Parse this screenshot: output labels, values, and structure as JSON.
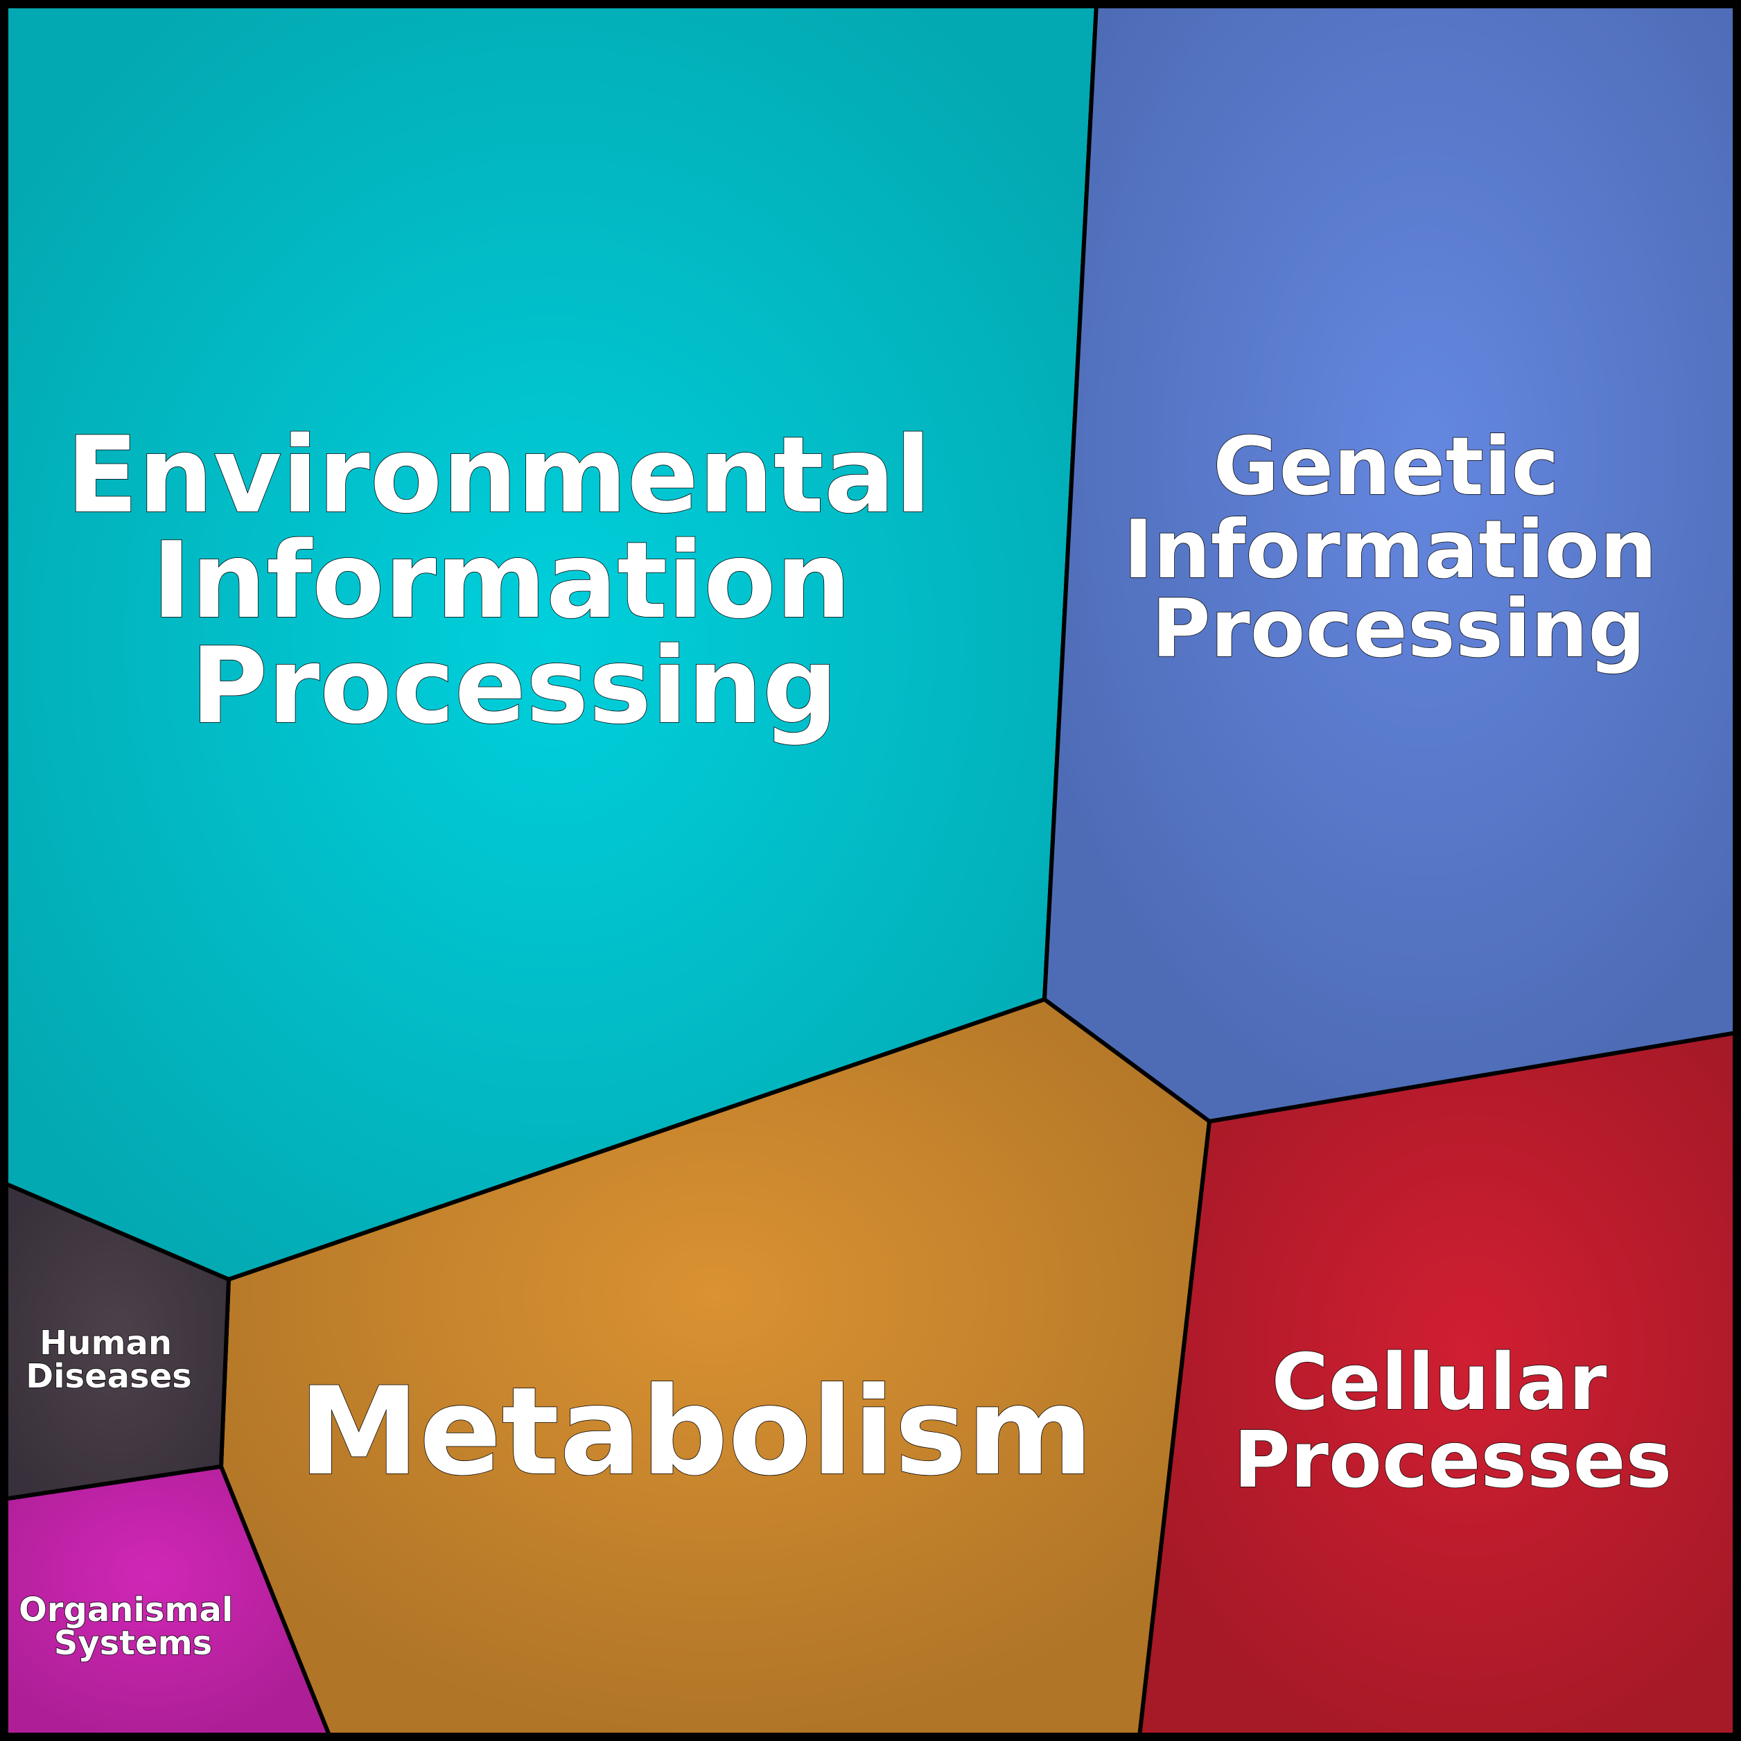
{
  "cells": [
    {
      "id": "environmental",
      "label_lines": [
        "Environmental",
        "Information",
        "Processing"
      ],
      "color_center": "#00d0dc",
      "color_edge": "#03a9b2"
    },
    {
      "id": "genetic",
      "label_lines": [
        "Genetic",
        "Information",
        "Processing"
      ],
      "color_center": "#6487e0",
      "color_edge": "#4e6cb6"
    },
    {
      "id": "metabolism",
      "label_lines": [
        "Metabolism"
      ],
      "color_center": "#da9232",
      "color_edge": "#b07527"
    },
    {
      "id": "cellular",
      "label_lines": [
        "Cellular",
        "Processes"
      ],
      "color_center": "#d01f32",
      "color_edge": "#a61927"
    },
    {
      "id": "human-diseases",
      "label_lines": [
        "Human",
        "Diseases"
      ],
      "color_center": "#4d424c",
      "color_edge": "#38303a"
    },
    {
      "id": "organismal",
      "label_lines": [
        "Organismal",
        "Systems"
      ],
      "color_center": "#d027b6",
      "color_edge": "#ae1f97"
    }
  ]
}
